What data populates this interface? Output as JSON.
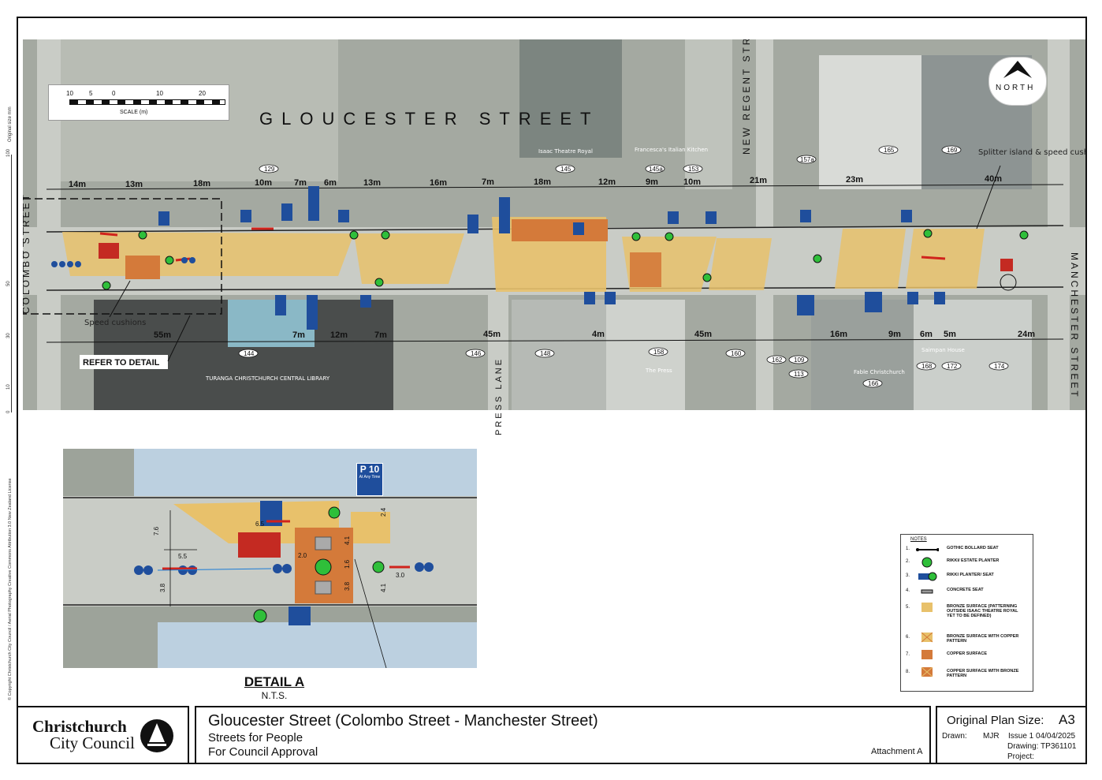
{
  "sheet": {
    "side_original_size": "Original size mm",
    "side_copyright": "© Copyright Christchurch City Council / Aerial Photography Creative Commons Attribution 3.0 New Zealand License",
    "mm_ticks": [
      "100",
      "50",
      "30",
      "10",
      "0"
    ]
  },
  "scale_bar": {
    "ticks": [
      "10",
      "5",
      "0",
      "10",
      "20"
    ],
    "label": "SCALE (m)"
  },
  "north_arrow": {
    "label": "NORTH"
  },
  "streets": {
    "gloucester": "GLOUCESTER STREET",
    "colombo": "COLOMBO STREET",
    "new_regent": "NEW REGENT STREET",
    "press_lane": "PRESS LANE",
    "manchester": "MANCHESTER STREET"
  },
  "dimensions_top": [
    "14m",
    "13m",
    "18m",
    "10m",
    "7m",
    "6m",
    "13m",
    "16m",
    "7m",
    "18m",
    "12m",
    "9m",
    "10m",
    "21m",
    "23m",
    "40m"
  ],
  "dimensions_bottom": [
    "55m",
    "7m",
    "12m",
    "7m",
    "45m",
    "4m",
    "45m",
    "16m",
    "9m",
    "6m",
    "5m",
    "24m"
  ],
  "address_numbers_top": [
    "129",
    "145",
    "145a",
    "153",
    "157a",
    "165",
    "169"
  ],
  "address_numbers_bottom": [
    "144",
    "146",
    "148",
    "158",
    "160",
    "162",
    "109",
    "113",
    "166",
    "168",
    "172",
    "174"
  ],
  "place_names": {
    "isaac": "Isaac Theatre Royal",
    "francescas": "Francesca's Italian Kitchen",
    "turanga": "TURANGA CHRISTCHURCH CENTRAL LIBRARY",
    "the_press": "The Press",
    "fable": "Fable Christchurch",
    "saimpan": "Saimpan House"
  },
  "annotations": {
    "speed_cushions": "Speed cushions",
    "splitter": "Splitter island & speed cushion",
    "refer_detail": "REFER TO DETAIL"
  },
  "detail": {
    "title": "DETAIL A",
    "scale_note": "N.T.S.",
    "sign_p10": "P 10",
    "sign_p10_sub": "At Any Time",
    "dims": [
      "7.6",
      "5.5",
      "3.8",
      "6.5",
      "2.0",
      "4.1",
      "1.6",
      "3.8",
      "4.1",
      "2.4",
      "3.0"
    ]
  },
  "notes": {
    "heading": "NOTES",
    "items": [
      {
        "num": "1.",
        "text": "GOTHIC BOLLARD SEAT"
      },
      {
        "num": "2.",
        "text": "RIKKI/ ESTATE PLANTER"
      },
      {
        "num": "3.",
        "text": "RIKKI PLANTER/ SEAT"
      },
      {
        "num": "4.",
        "text": "CONCRETE SEAT"
      },
      {
        "num": "5.",
        "text": "BRONZE SURFACE (PATTERNING OUTSIDE ISAAC THEATRE ROYAL YET TO BE DEFINED)"
      },
      {
        "num": "6.",
        "text": "BRONZE SURFACE WITH COPPER PATTERN"
      },
      {
        "num": "7.",
        "text": "COPPER SURFACE"
      },
      {
        "num": "8.",
        "text": "COPPER SURFACE WITH BRONZE PATTERN"
      }
    ]
  },
  "title_block": {
    "org_line1": "Christchurch",
    "org_line2": "City Council",
    "title": "Gloucester Street (Colombo Street - Manchester Street)",
    "subtitle1": "Streets for People",
    "subtitle2": "For Council Approval",
    "attachment": "Attachment A",
    "plan_size_label": "Original Plan Size:",
    "plan_size": "A3",
    "drawn_label": "Drawn:",
    "drawn": "MJR",
    "issue": "Issue  1  04/04/2025",
    "drawing": "Drawing:  TP361101",
    "project": "Project:"
  },
  "colors": {
    "bronze": "#e8c16b",
    "copper": "#d47a3a",
    "sign_blue": "#1f4e9c",
    "paving": "#c9ccc6",
    "planter_green": "#2fbf3a"
  }
}
